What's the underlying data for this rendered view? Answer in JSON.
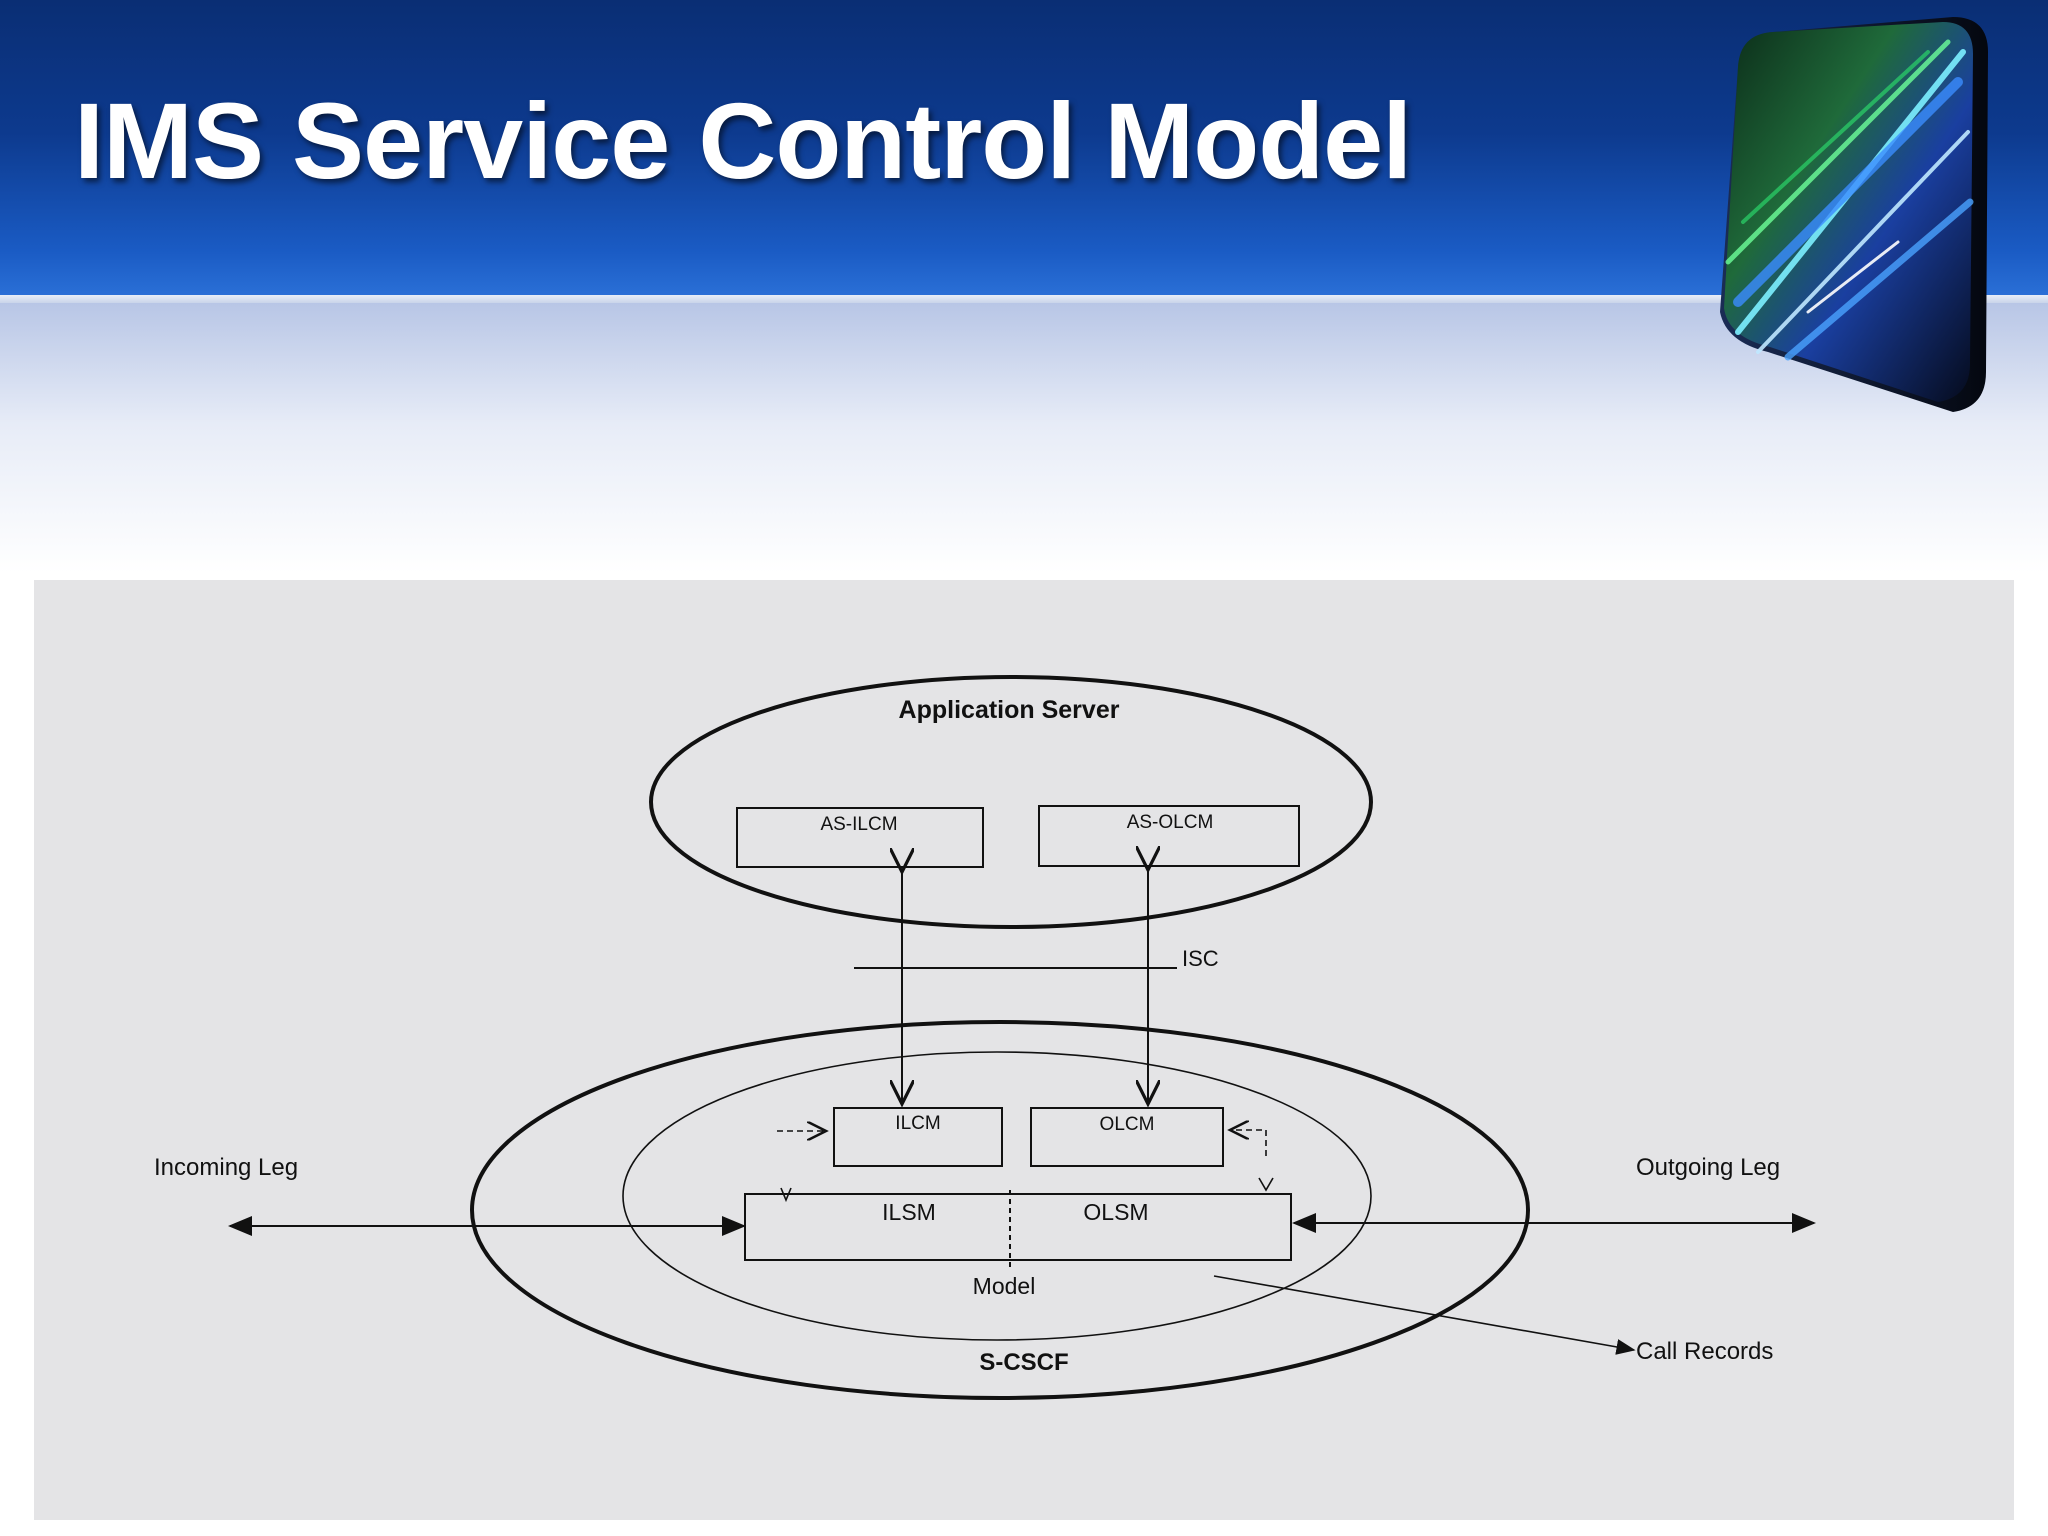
{
  "slide": {
    "title": "IMS Service Control Model",
    "logo_icon": "light-streak-cube-icon",
    "colors": {
      "header_dark": "#0a2e74",
      "header_light": "#2a6fd6",
      "diagram_background": "#e4e4e6",
      "diagram_ink": "#111111"
    }
  },
  "diagram": {
    "application_server": "Application Server",
    "as_ilcm": "AS-ILCM",
    "as_olcm": "AS-OLCM",
    "isc": "ISC",
    "ilcm": "ILCM",
    "olcm": "OLCM",
    "ilsm": "ILSM",
    "olsm": "OLSM",
    "model": "Model",
    "s_cscf": "S-CSCF",
    "incoming_leg": "Incoming Leg",
    "outgoing_leg": "Outgoing Leg",
    "call_records": "Call Records"
  }
}
